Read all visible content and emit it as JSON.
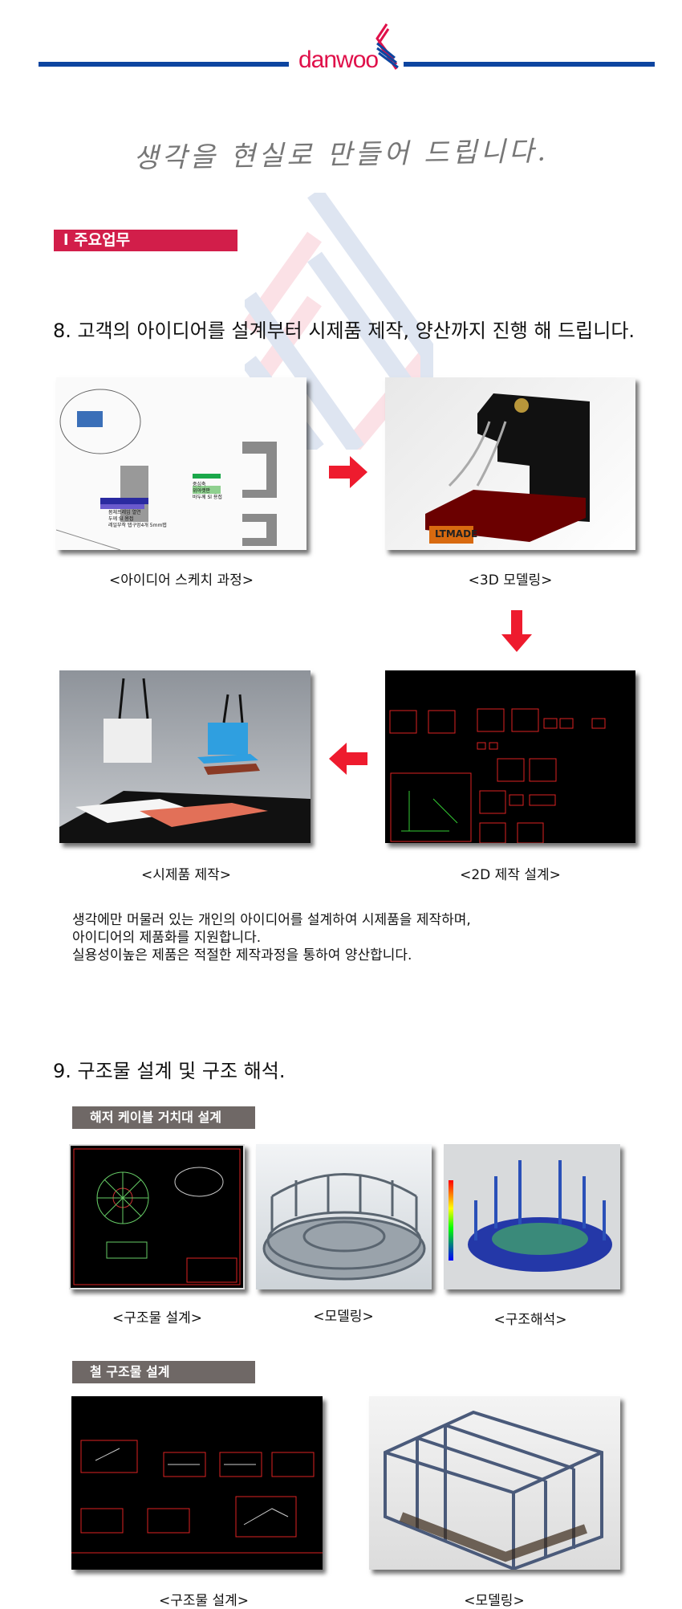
{
  "brand": {
    "name": "danwoo",
    "color_red": "#e0104a",
    "color_blue": "#0d45a0"
  },
  "tagline": "생각을 현실로 만들어 드립니다.",
  "section_tag": "l 주요업무",
  "section8": {
    "heading": "8. 고객의 아이디어를 설계부터 시제품 제작, 양산까지 진행 해 드립니다.",
    "steps": [
      {
        "caption": "<아이디어 스케치 과정>"
      },
      {
        "caption": "<3D 모델링>"
      },
      {
        "caption": "<2D 제작 설계>"
      },
      {
        "caption": "<시제품 제작>"
      }
    ],
    "paragraph": [
      "생각에만 머물러 있는 개인의 아이디어를 설계하여 시제품을 제작하며,",
      "아이디어의 제품화를 지원합니다.",
      "실용성이높은 제품은 적절한 제작과정을 통하여 양산합니다."
    ],
    "sketch_labels": [
      "중심축",
      "위아랫판",
      "바두께 Sl 용접",
      "몸체프레임 열연",
      "두께 Sl 용접",
      "레일부착 탭구멍4개 5mm탭"
    ],
    "product_label": "LTMADE"
  },
  "section9": {
    "heading": "9. 구조물 설계 및 구조 해석.",
    "group1": {
      "tag": "해저 케이블 거치대 설계",
      "captions": [
        "<구조물 설계>",
        "<모델링>",
        "<구조해석>"
      ]
    },
    "group2": {
      "tag": "철 구조물 설계",
      "captions": [
        "<구조물 설계>",
        "<모델링>"
      ]
    }
  }
}
